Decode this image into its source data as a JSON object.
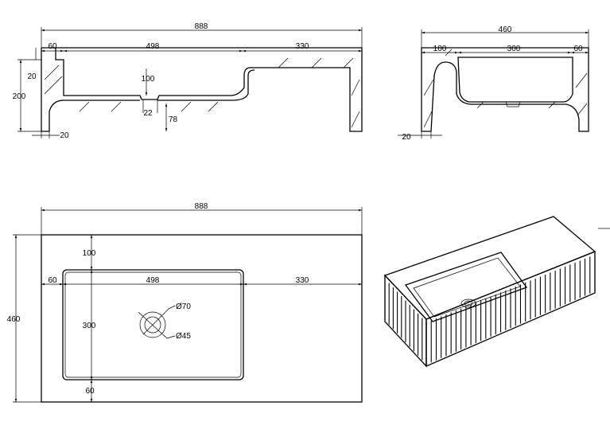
{
  "front_view": {
    "overall_width": "888",
    "left_margin": "60",
    "basin_width": "498",
    "right_deck": "330",
    "height": "200",
    "top_thickness": "20",
    "basin_depth": "100",
    "drain": "22",
    "drain_drop": "78",
    "leg_thickness": "20"
  },
  "side_view": {
    "overall_depth": "460",
    "back_margin": "100",
    "basin_depth": "300",
    "front_margin": "60",
    "wall": "20"
  },
  "plan_view": {
    "overall_width": "888",
    "overall_depth": "460",
    "back_margin": "100",
    "left_margin": "60",
    "basin_width": "498",
    "right_deck": "330",
    "basin_depth": "300",
    "front_margin": "60",
    "drain_outer": "Ø70",
    "drain_inner": "Ø45"
  }
}
